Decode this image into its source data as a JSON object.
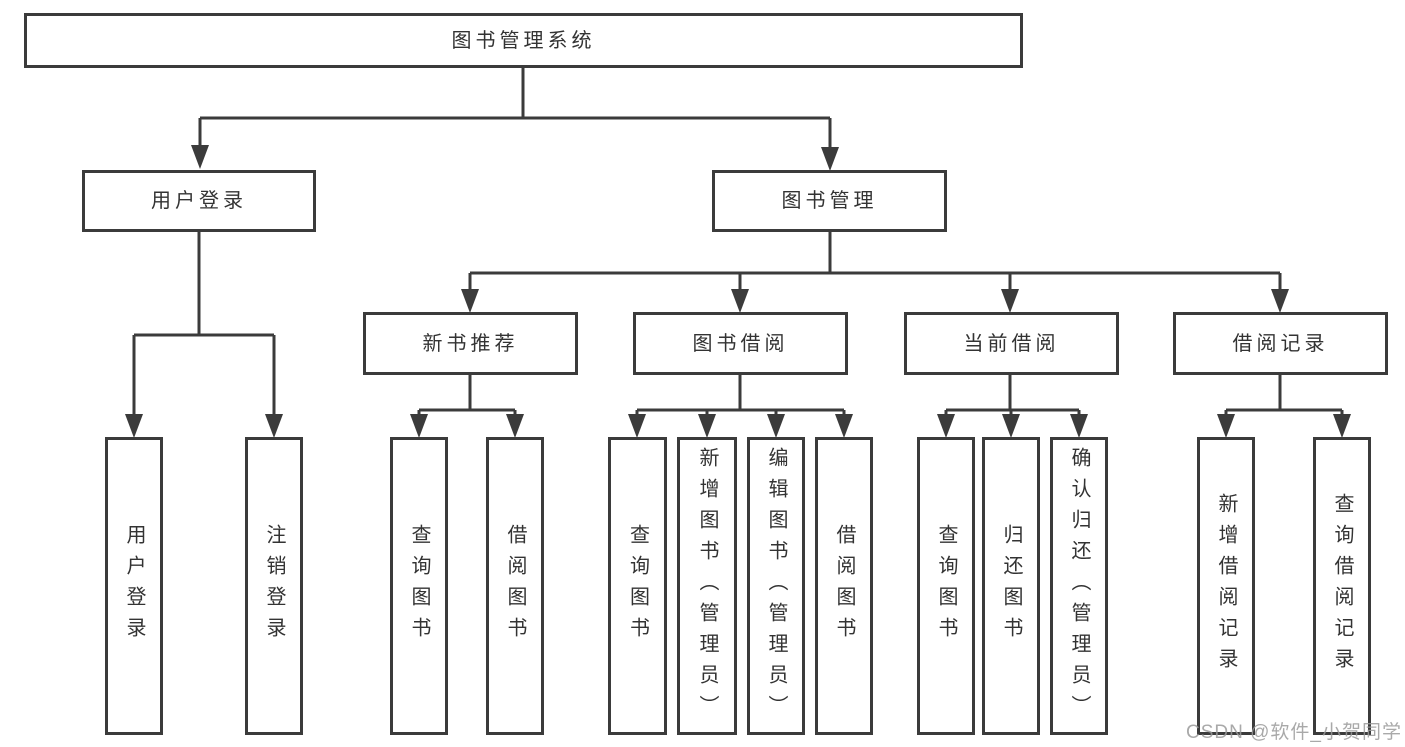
{
  "diagram": {
    "title": "图书管理系统",
    "nodes": {
      "root": "图书管理系统",
      "user_login": "用户登录",
      "book_management": "图书管理",
      "new_book_recommend": "新书推荐",
      "book_borrowing": "图书借阅",
      "current_borrowing": "当前借阅",
      "borrowing_records": "借阅记录",
      "leaf_user_login": "用户登录",
      "leaf_logout": "注销登录",
      "leaf_query_book_1": "查询图书",
      "leaf_borrow_book_1": "借阅图书",
      "leaf_query_book_2": "查询图书",
      "leaf_add_book_admin": "新增图书（管理员）",
      "leaf_edit_book_admin": "编辑图书（管理员）",
      "leaf_borrow_book_2": "借阅图书",
      "leaf_query_book_3": "查询图书",
      "leaf_return_book": "归还图书",
      "leaf_confirm_return_admin": "确认归还（管理员）",
      "leaf_add_borrow_record": "新增借阅记录",
      "leaf_query_borrow_record": "查询借阅记录"
    },
    "hierarchy": {
      "图书管理系统": {
        "用户登录": [
          "用户登录",
          "注销登录"
        ],
        "图书管理": {
          "新书推荐": [
            "查询图书",
            "借阅图书"
          ],
          "图书借阅": [
            "查询图书",
            "新增图书（管理员）",
            "编辑图书（管理员）",
            "借阅图书"
          ],
          "当前借阅": [
            "查询图书",
            "归还图书",
            "确认归还（管理员）"
          ],
          "借阅记录": [
            "新增借阅记录",
            "查询借阅记录"
          ]
        }
      }
    },
    "colors": {
      "line": "#3b3b3b",
      "box_border": "#3b3b3b",
      "text": "#333333",
      "background": "#ffffff",
      "watermark": "#9b9b9b"
    }
  },
  "watermark": "CSDN @软件_小贺同学"
}
